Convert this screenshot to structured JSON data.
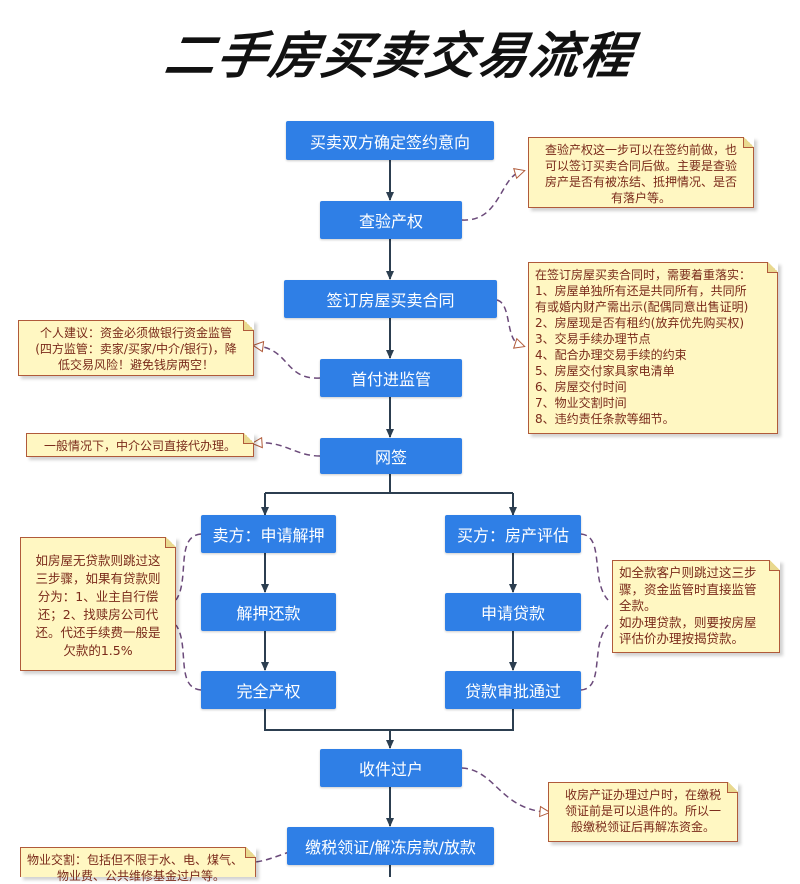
{
  "title": "二手房买卖交易流程",
  "steps": {
    "confirm": "买卖双方确定签约意向",
    "check": "查验产权",
    "sign": "签订房屋买卖合同",
    "escrow": "首付进监管",
    "netsign": "网签",
    "seller1": "卖方：申请解押",
    "seller2": "解押还款",
    "seller3": "完全产权",
    "buyer1": "买方：房产评估",
    "buyer2": "申请贷款",
    "buyer3": "贷款审批通过",
    "collect": "收件过户",
    "tax": "缴税领证/解冻房款/放款"
  },
  "notes": {
    "check": [
      "查验产权这一步可以在签约前做，也",
      "可以签订买卖合同后做。主要是查验",
      "房产是否有被冻结、抵押情况、是否",
      "有落户等。"
    ],
    "sign": [
      "在签订房屋买卖合同时，需要着重落实：",
      "1、房屋单独所有还是共同所有，共同所",
      "有或婚内财产需出示(配偶同意出售证明)",
      "2、房屋现是否有租约(放弃优先购买权)",
      "3、交易手续办理节点",
      "4、配合办理交易手续的约束",
      "5、房屋交付家具家电清单",
      "6、房屋交付时间",
      "7、物业交割时间",
      "8、违约责任条款等细节。"
    ],
    "escrow": [
      "个人建议：资金必须做银行资金监管",
      "(四方监管：卖家/买家/中介/银行)，降",
      "低交易风险！避免钱房两空！"
    ],
    "netsign": [
      "一般情况下，中介公司直接代办理。"
    ],
    "seller": [
      "如房屋无贷款则跳过这",
      "三步骤，如果有贷款则",
      "分为：1、业主自行偿",
      "还；2、找赎房公司代",
      "还。代还手续费一般是",
      "欠款的1.5%"
    ],
    "buyer": [
      "如全款客户则跳过这三步",
      "骤，资金监管时直接监管",
      "全款。",
      "如办理贷款，则要按房屋",
      "评估价办理按揭贷款。"
    ],
    "collect": [
      "收房产证办理过户时，在缴税",
      "领证前是可以退件的。所以一",
      "般缴税领证后再解冻资金。"
    ],
    "handover": [
      "物业交割：包括但不限于水、电、煤气、",
      "物业费、公共维修基金过户等。"
    ]
  },
  "colors": {
    "box": "#2f7fe6",
    "note_bg": "#fff7c2",
    "note_border": "#b05a3a",
    "connector": "#2c3e50",
    "dash": "#6b4a7a"
  }
}
